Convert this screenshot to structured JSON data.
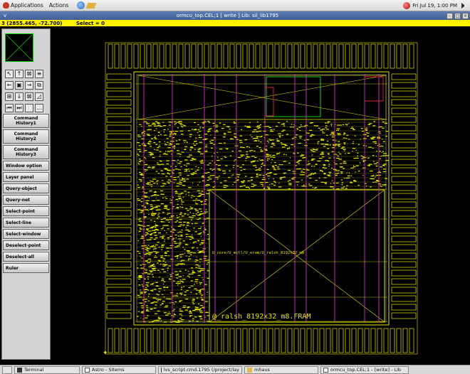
{
  "top_panel": {
    "applications": "Applications",
    "actions": "Actions",
    "clock": "Fri Jul 19,  1:00 PM"
  },
  "window": {
    "menu_glyph": "v",
    "title": "ormcu_top.CEL;1    [ write ]   Lib: sil_lib1795",
    "buttons": [
      "–",
      "□",
      "×"
    ]
  },
  "status": {
    "coords": "3 (2855.465, -72.700)",
    "select": "Select = 0"
  },
  "toolbar_rows": [
    [
      {
        "name": "zoom-select-icon",
        "glyph": "↖"
      },
      {
        "name": "arrow-up-icon",
        "glyph": "↑"
      },
      {
        "name": "zoom-box-icon",
        "glyph": "⊠"
      },
      {
        "name": "zoom-fit-icon",
        "glyph": "≡"
      }
    ],
    [
      {
        "name": "arrow-left-icon",
        "glyph": "←"
      },
      {
        "name": "window-icon",
        "glyph": "▣"
      },
      {
        "name": "arrow-right-icon",
        "glyph": "→"
      },
      {
        "name": "layers-icon",
        "glyph": "⧉"
      }
    ],
    [
      {
        "name": "zoom-in-icon",
        "glyph": "⊞"
      },
      {
        "name": "arrow-down-icon",
        "glyph": "↓"
      },
      {
        "name": "zoom-out-icon",
        "glyph": "⊠"
      },
      {
        "name": "measure-icon",
        "glyph": "◿"
      }
    ],
    [
      {
        "name": "rewind-icon",
        "glyph": "⏮"
      },
      {
        "name": "fast-forward-icon",
        "glyph": "⏭"
      },
      {
        "name": "blank-icon",
        "glyph": ""
      },
      {
        "name": "more-icon",
        "glyph": "…"
      }
    ]
  ],
  "commands_tall": [
    {
      "line1": "Command",
      "line2": "History1"
    },
    {
      "line1": "Command",
      "line2": "History2"
    },
    {
      "line1": "Command",
      "line2": "History3"
    }
  ],
  "commands": [
    "Window option",
    "Layer panel",
    "Query-object",
    "Query-net",
    "Select-point",
    "Select-line",
    "Select-window",
    "Deselect-point",
    "Deselect-all",
    "Ruler"
  ],
  "layout_labels": {
    "instance_path": "U_core/U_mctl/U_eram/U_ralsh_8192x32_m8",
    "macro_name": "@_ralsh_8192x32_m8.FRAM"
  },
  "taskbar": [
    {
      "label": "Terminal",
      "icon": "terminal-icon"
    },
    {
      "label": "Astro - SItems",
      "icon": "window-icon"
    },
    {
      "label": "lvs_script.cmd.1795 (/project/lay",
      "icon": "editor-icon"
    },
    {
      "label": "mhaus",
      "icon": "folder-icon"
    },
    {
      "label": "ormcu_top.CEL;1 - [write] - Lib",
      "icon": "window-icon"
    }
  ],
  "colors": {
    "canvas_bg": "#000000",
    "status_bg": "#fff200",
    "layout_yellow": "#e6e600",
    "layout_magenta": "#cc22cc",
    "title_bar": "#4a6ca5"
  }
}
